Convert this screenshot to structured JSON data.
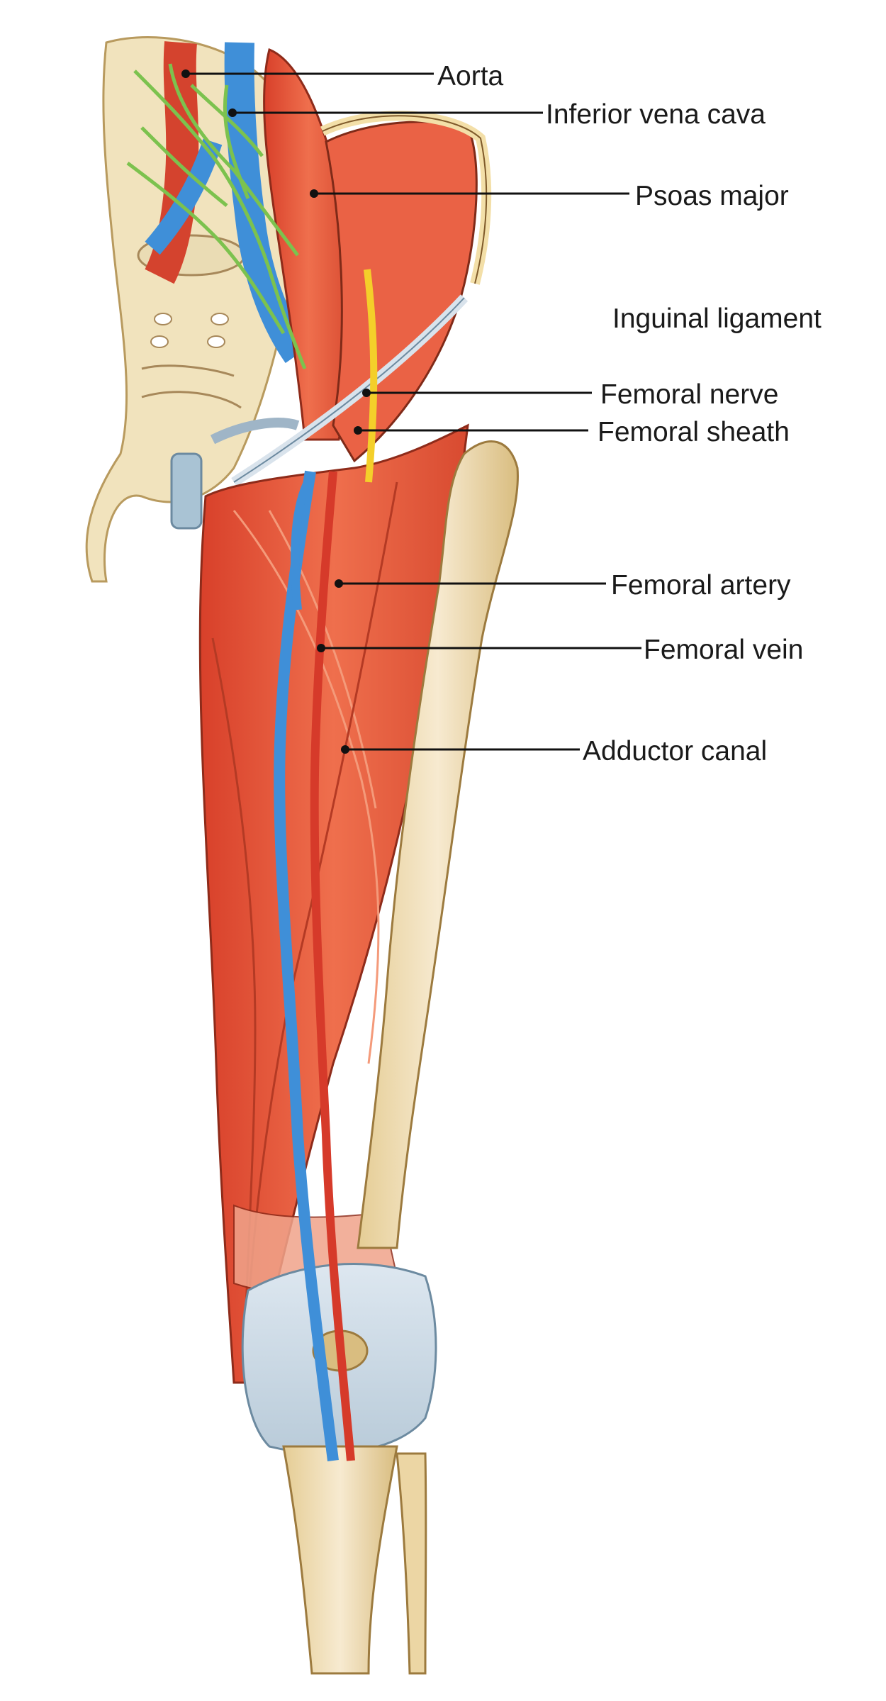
{
  "labels": [
    {
      "id": "aorta",
      "text": "Aorta"
    },
    {
      "id": "ivc",
      "text": "Inferior vena cava"
    },
    {
      "id": "psoas",
      "text": "Psoas major"
    },
    {
      "id": "inguinal",
      "text": "Inguinal ligament"
    },
    {
      "id": "fnerve",
      "text": "Femoral nerve"
    },
    {
      "id": "fsheath",
      "text": "Femoral sheath"
    },
    {
      "id": "fartery",
      "text": "Femoral artery"
    },
    {
      "id": "fvein",
      "text": "Femoral vein"
    },
    {
      "id": "adductor",
      "text": "Adductor canal"
    }
  ],
  "colors": {
    "muscle": "#e8593a",
    "muscle_light": "#f08a6a",
    "bone": "#f1dfb0",
    "bone_dark": "#c9a96a",
    "vein": "#3a86cf",
    "artery": "#d63a2a",
    "nerve": "#f4cf2a",
    "lymph": "#8ccf5a",
    "ligament": "#c9d6e3",
    "leader": "#111111"
  }
}
